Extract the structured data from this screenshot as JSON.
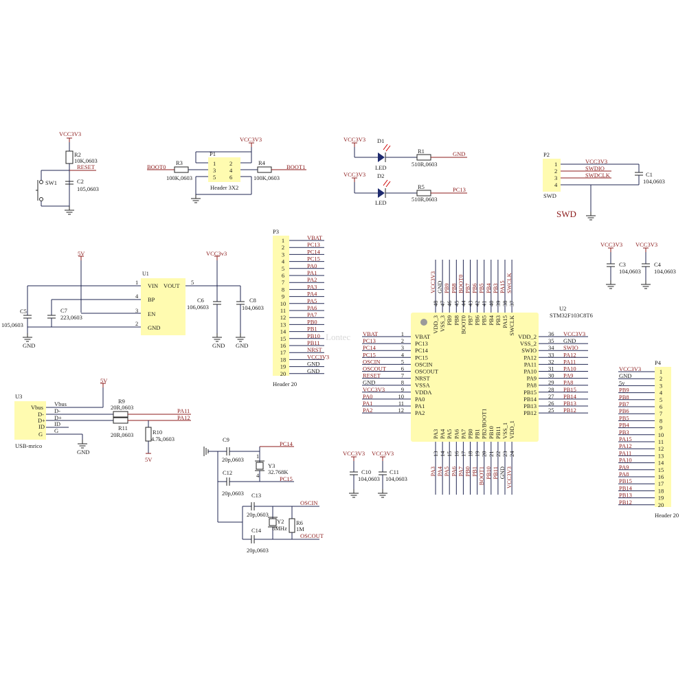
{
  "sw1": {
    "ref": "SW1",
    "r2_ref": "R2",
    "r2_val": "10K,0603",
    "net": "RESET",
    "c2_ref": "C2",
    "c2_val": "105,0603",
    "vcc": "VCC3V3"
  },
  "p1": {
    "ref": "P1",
    "name": "Header 3X2",
    "vcc": "VCC3V3",
    "boot0": "BOOT0",
    "boot1": "BOOT1",
    "r3_ref": "R3",
    "r3_val": "100K,0603",
    "r4_ref": "R4",
    "r4_val": "100K,0603",
    "pins": [
      "1",
      "2",
      "3",
      "4",
      "5",
      "6"
    ]
  },
  "leds": {
    "vcc": "VCC3V3",
    "d1_ref": "D1",
    "d1_label": "LED",
    "r1_ref": "R1",
    "r1_val": "510R,0603",
    "d1_net": "GND",
    "d2_ref": "D2",
    "d2_label": "LED",
    "r5_ref": "R5",
    "r5_val": "510R,0603",
    "d2_net": "PC13"
  },
  "p2": {
    "ref": "P2",
    "name": "SWD",
    "big": "SWD",
    "pins": [
      "1",
      "2",
      "3",
      "4"
    ],
    "nets": [
      "VCC3V3",
      "SWDIO",
      "SWDCLK"
    ],
    "c1_ref": "C1",
    "c1_val": "104,0603"
  },
  "u1": {
    "ref": "U1",
    "v5": "5V",
    "vcc": "VCC3v3",
    "pins_left": [
      {
        "n": "1",
        "name": "VIN"
      },
      {
        "n": "4",
        "name": "BP"
      },
      {
        "n": "3",
        "name": "EN"
      },
      {
        "n": "2",
        "name": "GND"
      }
    ],
    "vout_name": "VOUT",
    "vout_num": "5",
    "c5_ref": "C5",
    "c5_val": "105,0603",
    "c7_ref": "C7",
    "c7_val": "223,0603",
    "c6_ref": "C6",
    "c6_val": "106,0603",
    "c8_ref": "C8",
    "c8_val": "104,0603",
    "gnd": "GND"
  },
  "p3": {
    "ref": "P3",
    "name": "Header 20",
    "nets": [
      "VBAT",
      "PC13",
      "PC14",
      "PC15",
      "PA0",
      "PA1",
      "PA2",
      "PA3",
      "PA4",
      "PA5",
      "PA6",
      "PA7",
      "PB0",
      "PB1",
      "PB10",
      "PB11",
      "NRST",
      "VCC3V3",
      "GND",
      "GND"
    ]
  },
  "p4": {
    "ref": "P4",
    "name": "Header 20",
    "nets": [
      "VCC3V3",
      "GND",
      "5v",
      "PB9",
      "PB8",
      "PB7",
      "PB6",
      "PB5",
      "PB4",
      "PB3",
      "PA15",
      "PA12",
      "PA11",
      "PA10",
      "PA9",
      "PA8",
      "PB15",
      "PB14",
      "PB13",
      "PB12"
    ]
  },
  "caps34": {
    "c3_ref": "C3",
    "c3_val": "104,0603",
    "c4_ref": "C4",
    "c4_val": "104,0603",
    "vcc": "VCC3V3"
  },
  "u2": {
    "ref": "U2",
    "part": "STM32F103C8T6",
    "left": [
      {
        "n": "1",
        "name": "VBAT",
        "net": "VBAT"
      },
      {
        "n": "2",
        "name": "PC13",
        "net": "PC13"
      },
      {
        "n": "3",
        "name": "PC14",
        "net": "PC14"
      },
      {
        "n": "4",
        "name": "PC15",
        "net": "PC15"
      },
      {
        "n": "5",
        "name": "OSCIN",
        "net": "OSCIN"
      },
      {
        "n": "6",
        "name": "OSCOUT",
        "net": "OSCOUT"
      },
      {
        "n": "7",
        "name": "NRST",
        "net": "RESET"
      },
      {
        "n": "8",
        "name": "VSSA",
        "net": "GND"
      },
      {
        "n": "9",
        "name": "VDDA",
        "net": "VCC3V3"
      },
      {
        "n": "10",
        "name": "PA0",
        "net": "PA0"
      },
      {
        "n": "11",
        "name": "PA1",
        "net": "PA1"
      },
      {
        "n": "12",
        "name": "PA2",
        "net": "PA2"
      }
    ],
    "right": [
      {
        "n": "36",
        "name": "VDD_2",
        "net": "VCC3V3"
      },
      {
        "n": "35",
        "name": "VSS_2",
        "net": "GND"
      },
      {
        "n": "34",
        "name": "SWIO",
        "net": "SWIO"
      },
      {
        "n": "33",
        "name": "PA12",
        "net": "PA12"
      },
      {
        "n": "32",
        "name": "PA11",
        "net": "PA11"
      },
      {
        "n": "31",
        "name": "PA10",
        "net": "PA10"
      },
      {
        "n": "30",
        "name": "PA9",
        "net": "PA9"
      },
      {
        "n": "29",
        "name": "PA8",
        "net": "PA8"
      },
      {
        "n": "28",
        "name": "PB15",
        "net": "PB15"
      },
      {
        "n": "27",
        "name": "PB14",
        "net": "PB14"
      },
      {
        "n": "26",
        "name": "PB13",
        "net": "PB13"
      },
      {
        "n": "25",
        "name": "PB12",
        "net": "PB12"
      }
    ],
    "top": [
      {
        "n": "48",
        "name": "VDD_3",
        "net": "VCC3V3"
      },
      {
        "n": "47",
        "name": "VSS_3",
        "net": "GND"
      },
      {
        "n": "46",
        "name": "PB9",
        "net": "PB9"
      },
      {
        "n": "45",
        "name": "PB8",
        "net": "PB8"
      },
      {
        "n": "44",
        "name": "BOOT0",
        "net": "BOOT0"
      },
      {
        "n": "43",
        "name": "PB7",
        "net": "PB7"
      },
      {
        "n": "42",
        "name": "PB6",
        "net": "PB6"
      },
      {
        "n": "41",
        "name": "PB5",
        "net": "PB5"
      },
      {
        "n": "40",
        "name": "PB4",
        "net": "PB4"
      },
      {
        "n": "39",
        "name": "PB3",
        "net": "PB3"
      },
      {
        "n": "38",
        "name": "PA15",
        "net": "PA15"
      },
      {
        "n": "37",
        "name": "SWCLK",
        "net": "SWCLK"
      }
    ],
    "bottom": [
      {
        "n": "13",
        "name": "PA3",
        "net": "PA3"
      },
      {
        "n": "14",
        "name": "PA4",
        "net": "PA4"
      },
      {
        "n": "15",
        "name": "PA5",
        "net": "PA5"
      },
      {
        "n": "16",
        "name": "PA6",
        "net": "PA6"
      },
      {
        "n": "17",
        "name": "PA7",
        "net": "PA7"
      },
      {
        "n": "18",
        "name": "PB0",
        "net": "PB0"
      },
      {
        "n": "19",
        "name": "PB1",
        "net": "PB1"
      },
      {
        "n": "20",
        "name": "PB2/BOOT1",
        "net": "BOOT1"
      },
      {
        "n": "21",
        "name": "PB10",
        "net": "PB10"
      },
      {
        "n": "22",
        "name": "PB11",
        "net": "PB11"
      },
      {
        "n": "23",
        "name": "VSS_1",
        "net": "GND"
      },
      {
        "n": "24",
        "name": "VDD_1",
        "net": "VCC3V3"
      }
    ]
  },
  "usb": {
    "ref": "U3",
    "name": "USB-mrico",
    "pins": [
      "Vbus",
      "D-",
      "D+",
      "ID",
      "G"
    ],
    "v5": "5V",
    "r9_ref": "R9",
    "r9_val": "20R,0603",
    "r11_ref": "R11",
    "r11_val": "20R,0603",
    "r10_ref": "R10",
    "r10_val": "4.7k,0603",
    "pa11": "PA11",
    "pa12": "PA12",
    "gnd": "GND",
    "v5b": "5V"
  },
  "osc": {
    "c9_ref": "C9",
    "c9_val": "20p,0603",
    "y3_ref": "Y3",
    "y3_val": "32.768K",
    "pc14": "PC14",
    "pc15": "PC15",
    "c12_ref": "C12",
    "c12_val": "20p,0603",
    "c13_ref": "C13",
    "c13_val": "20p,0603",
    "oscin": "OSCIN",
    "y2_ref": "Y2",
    "y2_val": "8MHz",
    "r6_ref": "R6",
    "r6_val": "1M",
    "c14_ref": "C14",
    "c14_val": "20p,0603",
    "oscout": "OSCOUT",
    "y3_p1": "1",
    "y3_p4": "4"
  },
  "caps1011": {
    "vcc": "VCC3V3",
    "c10_ref": "C10",
    "c10_val": "104,0603",
    "c11_ref": "C11",
    "c11_val": "104,0603"
  },
  "watermark": "Lontec"
}
